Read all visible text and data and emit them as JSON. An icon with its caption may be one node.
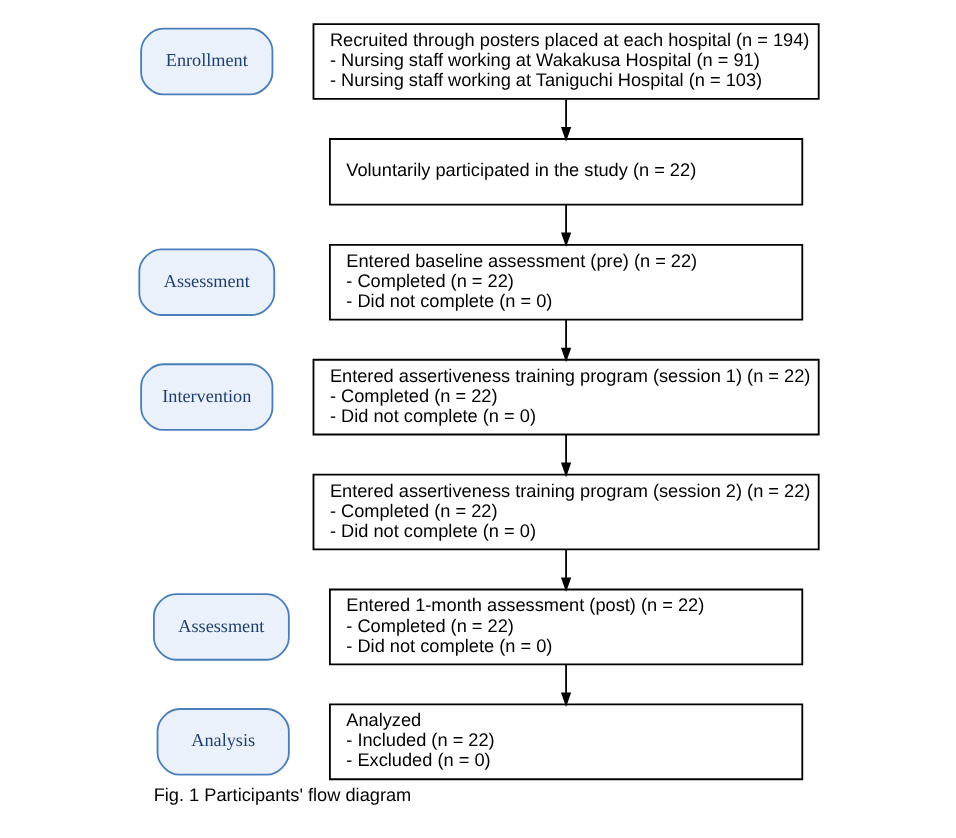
{
  "diagram": {
    "caption": "Fig. 1 Participants' flow diagram",
    "nodes": [
      {
        "text": [
          "Recruited through posters placed at each hospital (n = 194)",
          "- Nursing staff working at Wakakusa Hospital (n = 91)",
          "- Nursing staff working at Taniguchi Hospital (n = 103)"
        ]
      },
      {
        "text": [
          "Enrollment"
        ]
      },
      {
        "text": [
          "Voluntarily participated in the study (n = 22)"
        ]
      },
      {
        "text": [
          "Assessment"
        ]
      },
      {
        "text": [
          "Entered baseline assessment (pre) (n = 22)",
          "- Completed (n = 22)",
          "- Did not complete (n = 0)"
        ]
      },
      {
        "text": [
          "Intervention"
        ]
      },
      {
        "text": [
          "Entered assertiveness training program (session 1) (n = 22)",
          "- Completed (n = 22)",
          "- Did not complete (n = 0)"
        ]
      },
      {
        "text": [
          "Entered assertiveness training program (session 2) (n = 22)",
          "- Completed (n = 22)",
          "- Did not complete (n = 0)"
        ]
      },
      {
        "text": [
          "Assessment"
        ]
      },
      {
        "text": [
          "Entered 1-month assessment (post) (n = 22)",
          "- Completed (n = 22)",
          "- Did not complete (n = 0)"
        ]
      },
      {
        "text": [
          "Analysis"
        ]
      },
      {
        "text": [
          "Analyzed",
          "- Included (n = 22)",
          "- Excluded (n = 0)"
        ]
      }
    ],
    "edges": [
      {
        "from": 0,
        "to": 2,
        "arrow": "to"
      },
      {
        "from": 2,
        "to": 4,
        "arrow": "to"
      },
      {
        "from": 4,
        "to": 6,
        "arrow": "to"
      },
      {
        "from": 6,
        "to": 7,
        "arrow": "to"
      },
      {
        "from": 7,
        "to": 9,
        "arrow": "to"
      },
      {
        "from": 9,
        "to": 11,
        "arrow": "to"
      }
    ]
  }
}
